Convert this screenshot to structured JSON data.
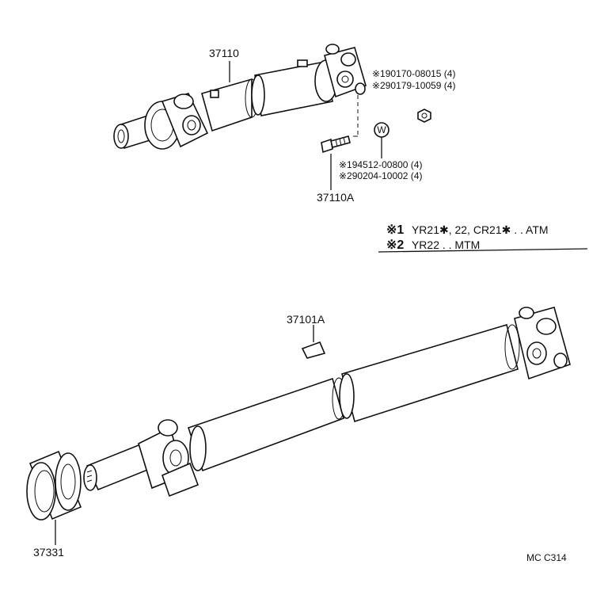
{
  "labels": {
    "upper_shaft": "37110",
    "upper_bolt_assy": "37110A",
    "center_parts": "37101A",
    "lower_seal": "37331",
    "figure_code": "MC C314"
  },
  "nut_notes": [
    "※190170-08015 (4)",
    "※290179-10059 (4)"
  ],
  "bolt_notes": [
    "※194512-00800 (4)",
    "※290204-10002 (4)"
  ],
  "washer_symbol": "W",
  "legend": [
    {
      "mark": "※1",
      "text": "YR21✱, 22, CR21✱ . . ATM"
    },
    {
      "mark": "※2",
      "text": "YR22 . . MTM"
    }
  ]
}
